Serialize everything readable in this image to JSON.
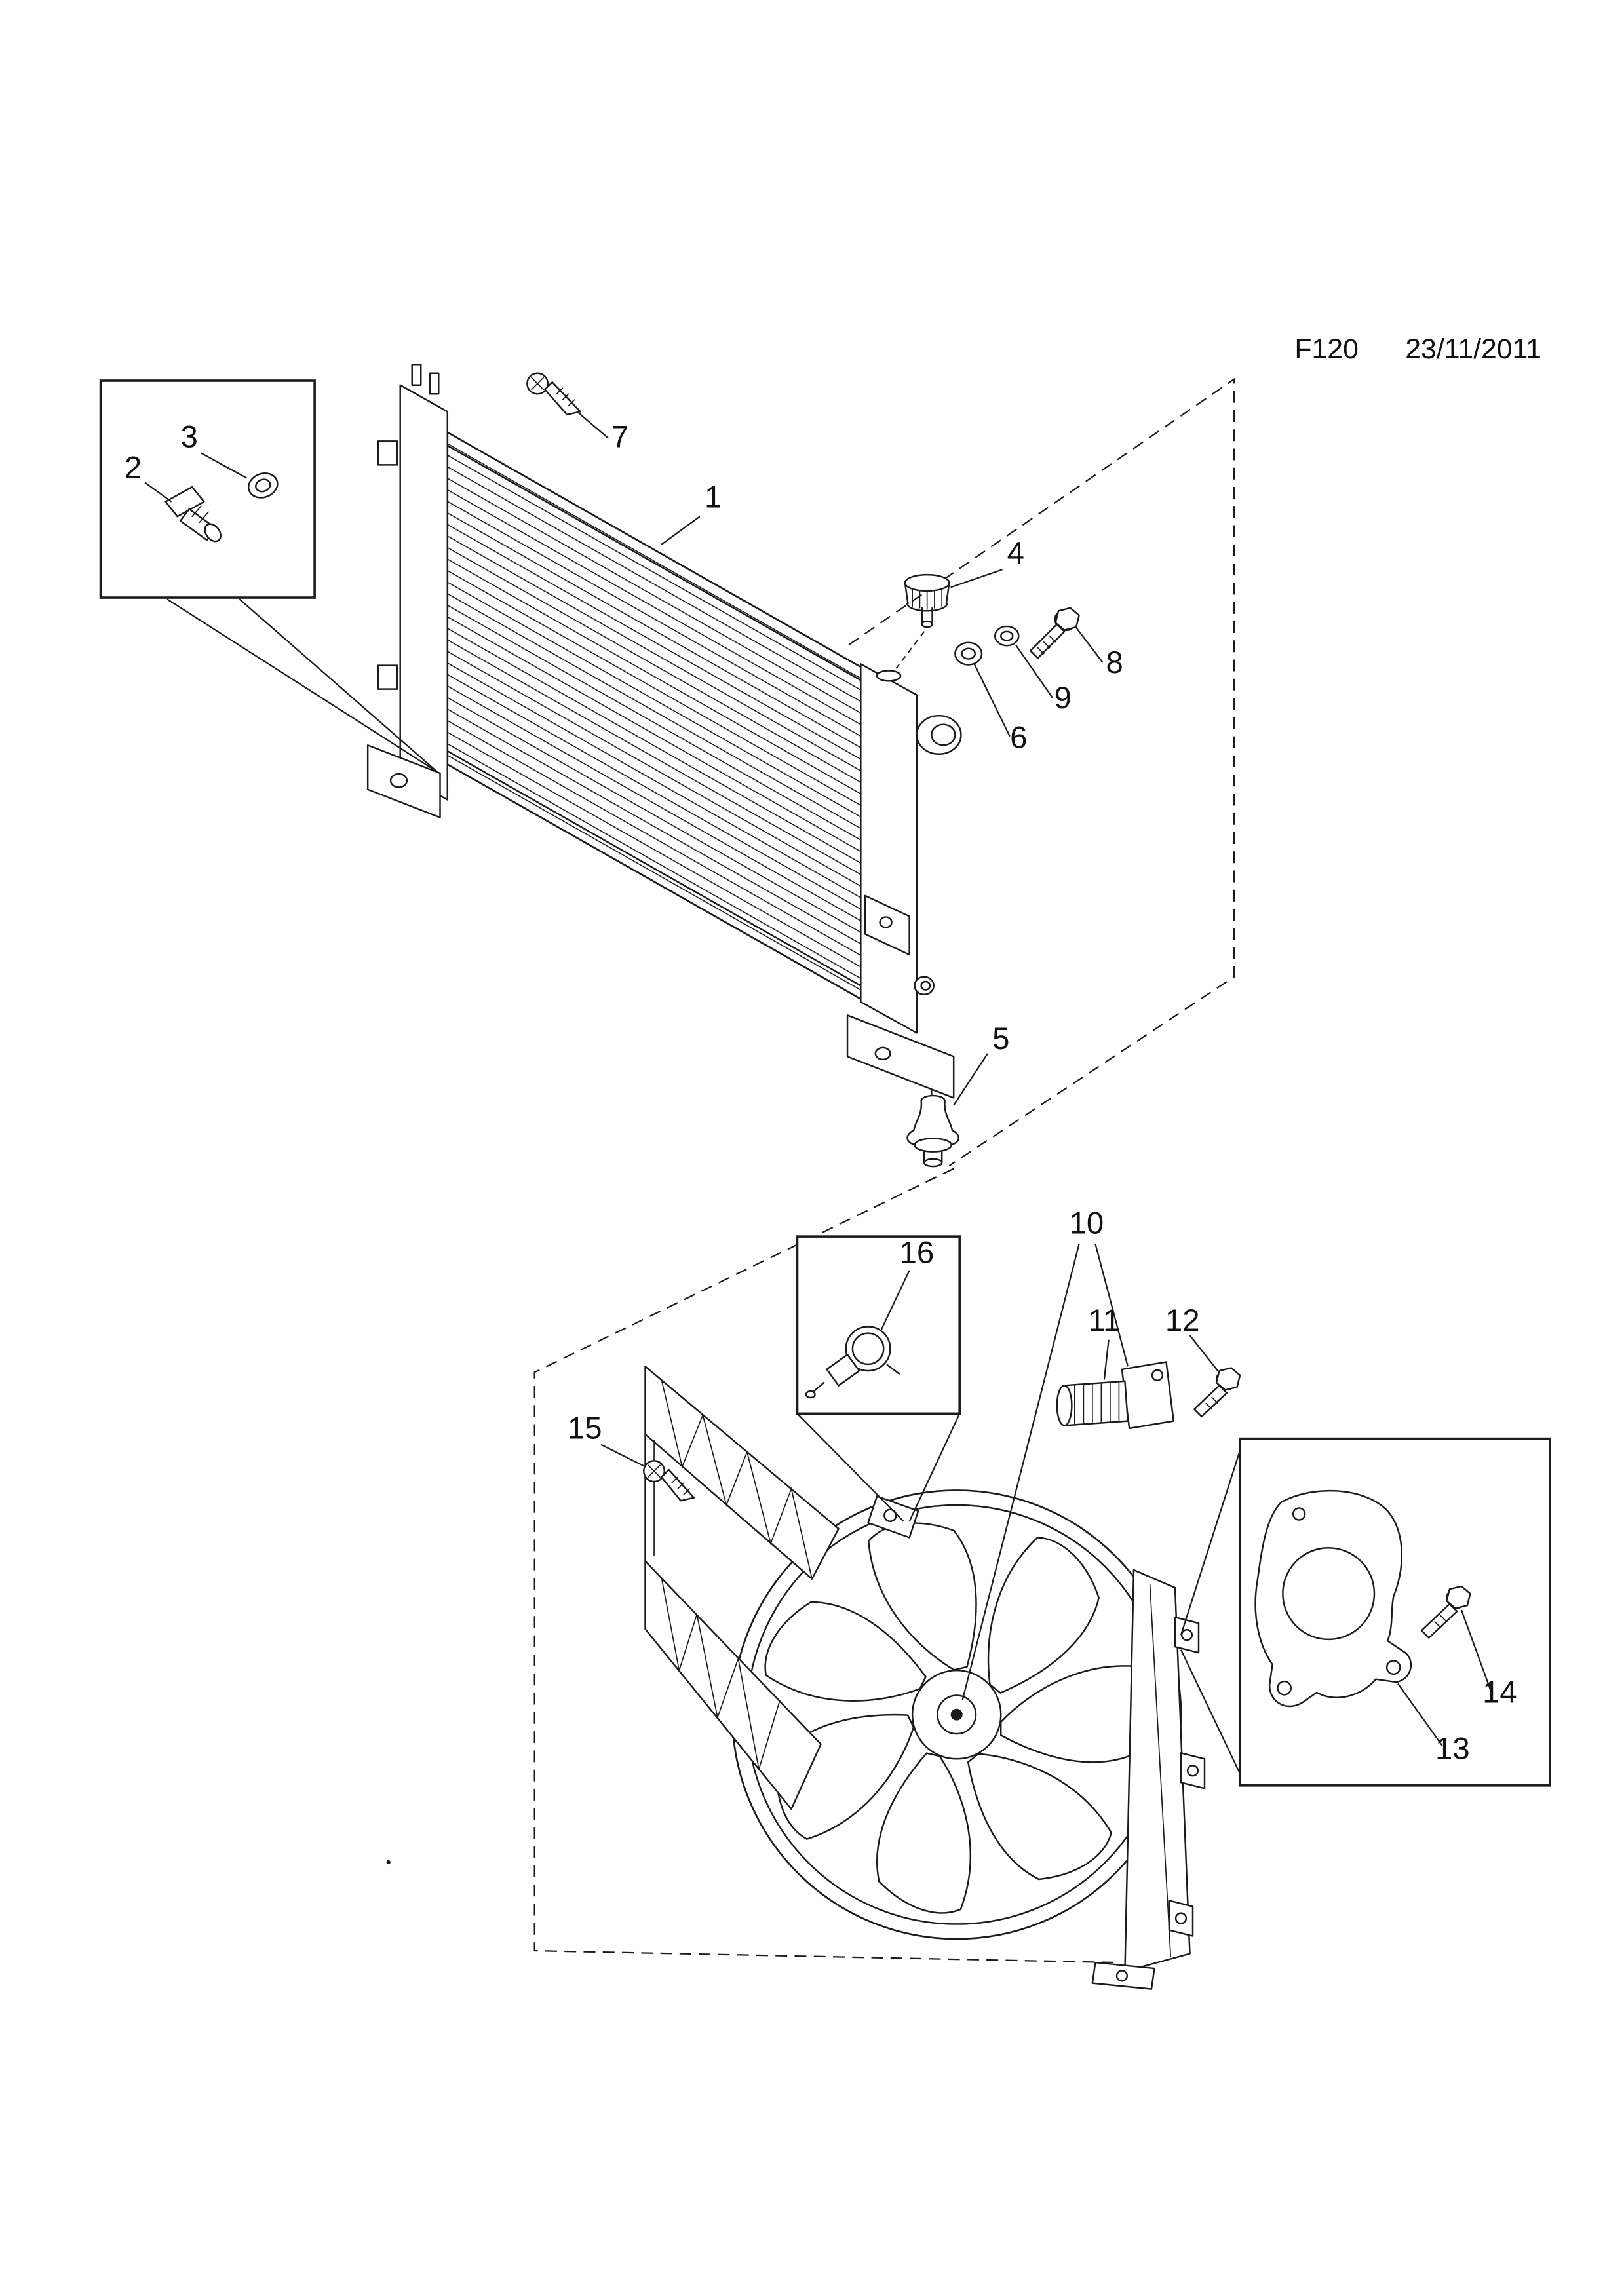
{
  "header": {
    "code": "F120",
    "date": "23/11/2011"
  },
  "callouts": [
    {
      "num": "1"
    },
    {
      "num": "2"
    },
    {
      "num": "3"
    },
    {
      "num": "4"
    },
    {
      "num": "5"
    },
    {
      "num": "6"
    },
    {
      "num": "7"
    },
    {
      "num": "8"
    },
    {
      "num": "9"
    },
    {
      "num": "10"
    },
    {
      "num": "11"
    },
    {
      "num": "12"
    },
    {
      "num": "13"
    },
    {
      "num": "14"
    },
    {
      "num": "15"
    },
    {
      "num": "16"
    }
  ],
  "colors": {
    "line": "#1b1b1b",
    "background": "#ffffff"
  }
}
